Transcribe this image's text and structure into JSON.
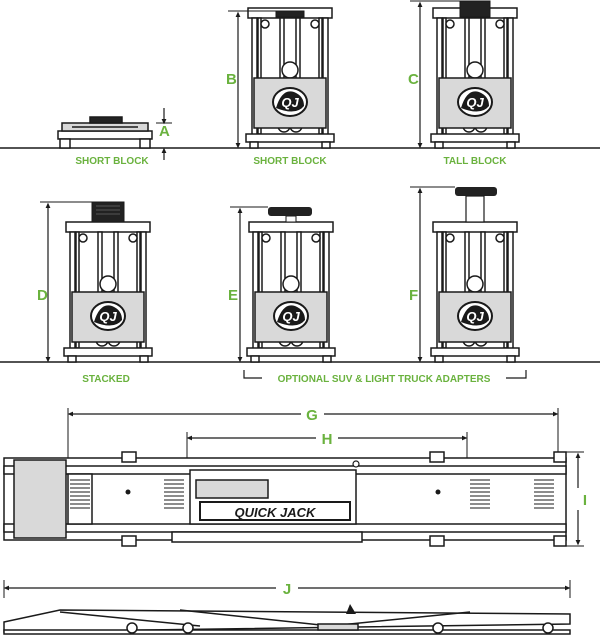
{
  "colors": {
    "accent": "#6ab23e",
    "line": "#1a1a1a",
    "fill_gray": "#d9d9d9",
    "fill_dark": "#222222"
  },
  "panels": [
    {
      "letter": "A",
      "caption": "SHORT BLOCK"
    },
    {
      "letter": "B",
      "caption": "SHORT BLOCK"
    },
    {
      "letter": "C",
      "caption": "TALL BLOCK"
    },
    {
      "letter": "D",
      "caption": "STACKED"
    },
    {
      "letter": "E",
      "caption": ""
    },
    {
      "letter": "F",
      "caption": ""
    }
  ],
  "adapters_caption": "OPTIONAL SUV & LIGHT TRUCK ADAPTERS",
  "dims": {
    "g": "G",
    "h": "H",
    "i": "I",
    "j": "J"
  },
  "logo": {
    "mark": "QJ",
    "brand": "QUICK JACK"
  }
}
